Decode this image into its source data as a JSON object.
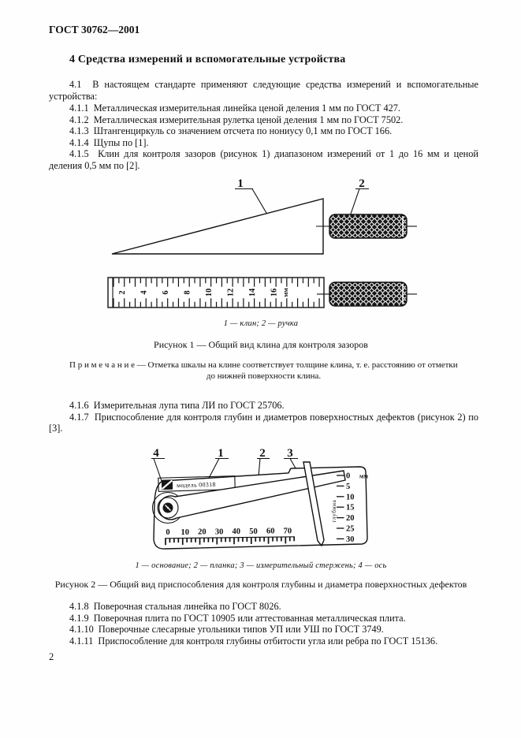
{
  "doc": {
    "header": "ГОСТ 30762—2001",
    "section_title": "4  Средства измерений и вспомогательные устройства",
    "intro": "4.1  В настоящем стандарте применяют следующие средства измерений и вспомогательные устройства:",
    "items_a": [
      "4.1.1  Металлическая измерительная линейка ценой деления 1 мм по ГОСТ 427.",
      "4.1.2  Металлическая измерительная рулетка ценой деления 1 мм по ГОСТ 7502.",
      "4.1.3  Штангенциркуль со значением отсчета по нониусу 0,1 мм по ГОСТ 166.",
      "4.1.4  Щупы по [1].",
      "4.1.5  Клин для контроля зазоров (рисунок 1) диапазоном измерений от 1 до 16 мм и ценой деления 0,5 мм по [2]."
    ],
    "note_line1": "П р и м е ч а н и е — Отметка шкалы на клине соответствует толщине клина, т. е. расстоянию от отметки",
    "note_line2": "до нижней поверхности клина.",
    "items_b": [
      "4.1.6  Измерительная лупа типа ЛИ по ГОСТ 25706.",
      "4.1.7  Приспособление для контроля глубин и диаметров поверхностных дефектов (рисунок 2) по [3]."
    ],
    "items_c": [
      "4.1.8  Поверочная стальная линейка по ГОСТ 8026.",
      "4.1.9  Поверочная плита по ГОСТ 10905 или аттестованная металлическая плита.",
      "4.1.10  Поверочные слесарные угольники типов УП или УШ по ГОСТ 3749.",
      "4.1.11  Приспособление для контроля глубины отбитости угла или ребра по ГОСТ 15136."
    ],
    "page_number": "2"
  },
  "figure1": {
    "callouts": [
      "1",
      "2"
    ],
    "scale_numbers": [
      "2",
      "4",
      "6",
      "8",
      "10",
      "12",
      "14",
      "16"
    ],
    "scale_unit": "мм",
    "legend": "1 — клин; 2 — ручка",
    "caption": "Рисунок 1 — Общий вид клина для контроля зазоров"
  },
  "figure2": {
    "callouts": [
      "4",
      "1",
      "2",
      "3"
    ],
    "model_label": "модель 00318",
    "bottom_scale": [
      "0",
      "10",
      "20",
      "30",
      "40",
      "50",
      "60",
      "70"
    ],
    "right_scale": [
      "0",
      "5",
      "10",
      "15",
      "20",
      "25",
      "30"
    ],
    "right_scale_unit": "мм",
    "vertical_label": "глубина",
    "legend": "1 — основание; 2 — планка; 3 — измерительный стержень; 4 — ось",
    "caption": "Рисунок 2 — Общий вид приспособления для контроля глубины и диаметра поверхностных дефектов"
  }
}
